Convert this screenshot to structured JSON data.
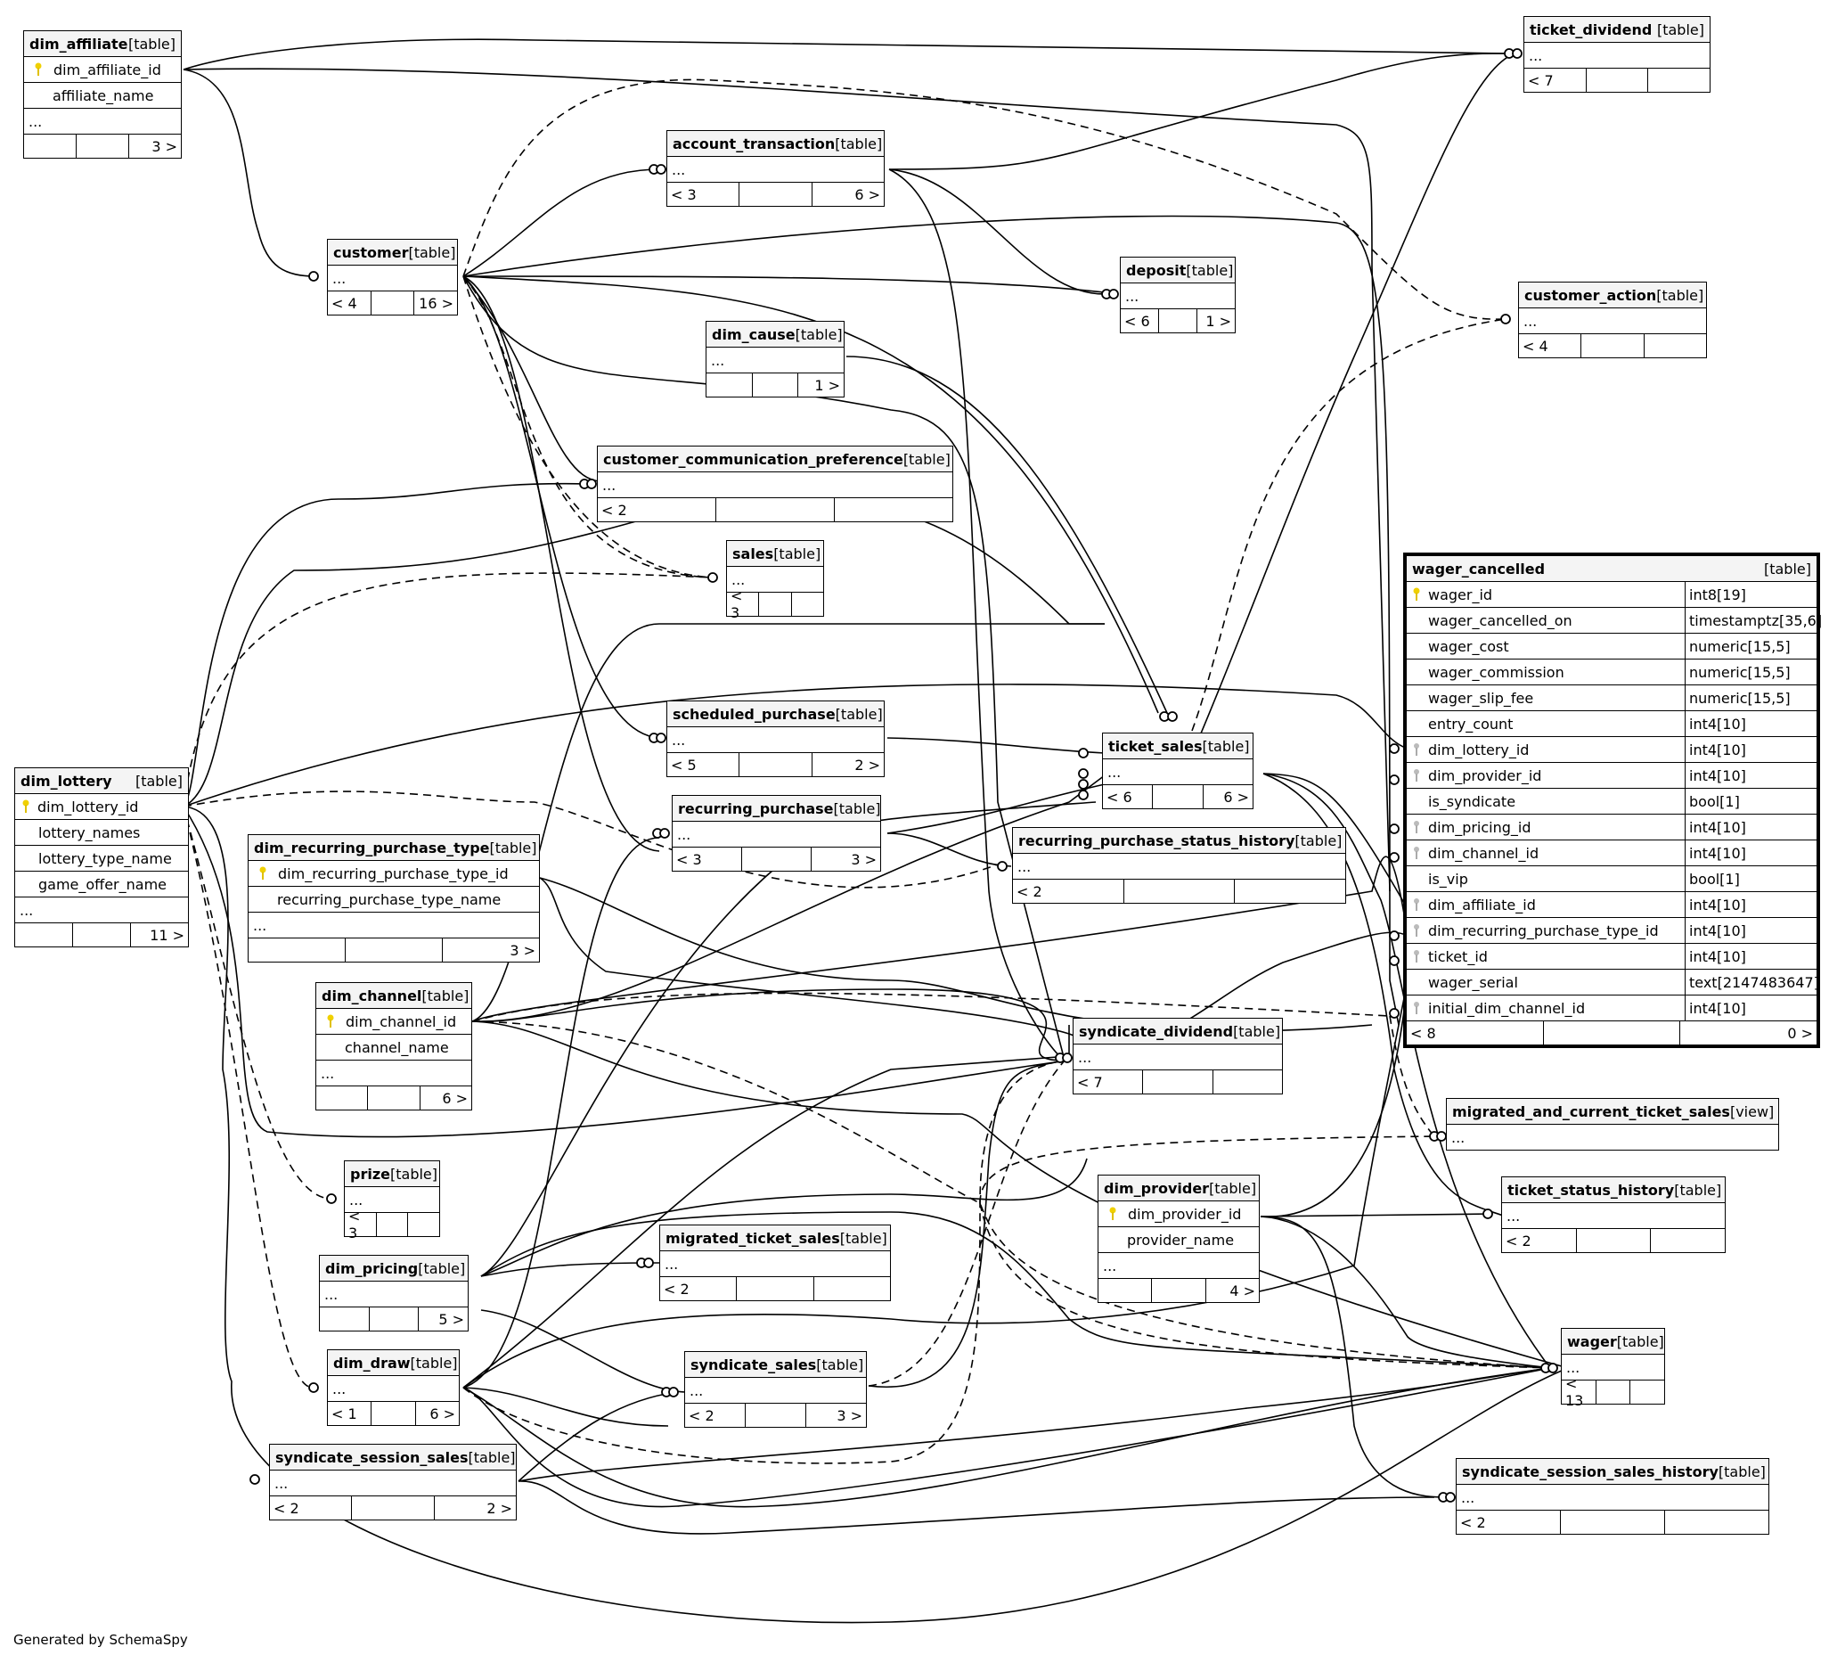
{
  "footer": "Generated by SchemaSpy",
  "tables": {
    "dim_affiliate": {
      "name": "dim_affiliate",
      "kind": "[table]",
      "pk": "dim_affiliate_id",
      "cols": [
        "affiliate_name"
      ],
      "more": "...",
      "f1": "",
      "f2": "",
      "f3": "3 >"
    },
    "ticket_dividend": {
      "name": "ticket_dividend",
      "kind": "[table]",
      "more": "...",
      "f1": "< 7",
      "f2": "",
      "f3": ""
    },
    "account_transaction": {
      "name": "account_transaction",
      "kind": "[table]",
      "more": "...",
      "f1": "< 3",
      "f2": "",
      "f3": "6 >"
    },
    "customer": {
      "name": "customer",
      "kind": "[table]",
      "more": "...",
      "f1": "< 4",
      "f2": "",
      "f3": "16 >"
    },
    "deposit": {
      "name": "deposit",
      "kind": "[table]",
      "more": "...",
      "f1": "< 6",
      "f2": "",
      "f3": "1 >"
    },
    "customer_action": {
      "name": "customer_action",
      "kind": "[table]",
      "more": "...",
      "f1": "< 4",
      "f2": "",
      "f3": ""
    },
    "dim_cause": {
      "name": "dim_cause",
      "kind": "[table]",
      "more": "...",
      "f1": "",
      "f2": "",
      "f3": "1 >"
    },
    "customer_communication_preference": {
      "name": "customer_communication_preference",
      "kind": "[table]",
      "more": "...",
      "f1": "< 2",
      "f2": "",
      "f3": ""
    },
    "sales": {
      "name": "sales",
      "kind": "[table]",
      "more": "...",
      "f1": "< 3",
      "f2": "",
      "f3": ""
    },
    "scheduled_purchase": {
      "name": "scheduled_purchase",
      "kind": "[table]",
      "more": "...",
      "f1": "< 5",
      "f2": "",
      "f3": "2 >"
    },
    "ticket_sales": {
      "name": "ticket_sales",
      "kind": "[table]",
      "more": "...",
      "f1": "< 6",
      "f2": "",
      "f3": "6 >"
    },
    "dim_lottery": {
      "name": "dim_lottery",
      "kind": "[table]",
      "pk": "dim_lottery_id",
      "cols": [
        "lottery_names",
        "lottery_type_name",
        "game_offer_name"
      ],
      "more": "...",
      "f1": "",
      "f2": "",
      "f3": "11 >"
    },
    "recurring_purchase": {
      "name": "recurring_purchase",
      "kind": "[table]",
      "more": "...",
      "f1": "< 3",
      "f2": "",
      "f3": "3 >"
    },
    "dim_recurring_purchase_type": {
      "name": "dim_recurring_purchase_type",
      "kind": "[table]",
      "pk": "dim_recurring_purchase_type_id",
      "cols": [
        "recurring_purchase_type_name"
      ],
      "more": "...",
      "f1": "",
      "f2": "",
      "f3": "3 >"
    },
    "recurring_purchase_status_history": {
      "name": "recurring_purchase_status_history",
      "kind": "[table]",
      "more": "...",
      "f1": "< 2",
      "f2": "",
      "f3": ""
    },
    "dim_channel": {
      "name": "dim_channel",
      "kind": "[table]",
      "pk": "dim_channel_id",
      "cols": [
        "channel_name"
      ],
      "more": "...",
      "f1": "",
      "f2": "",
      "f3": "6 >"
    },
    "syndicate_dividend": {
      "name": "syndicate_dividend",
      "kind": "[table]",
      "more": "...",
      "f1": "< 7",
      "f2": "",
      "f3": ""
    },
    "migrated_and_current_ticket_sales": {
      "name": "migrated_and_current_ticket_sales",
      "kind": "[view]",
      "more": "..."
    },
    "prize": {
      "name": "prize",
      "kind": "[table]",
      "more": "...",
      "f1": "< 3",
      "f2": "",
      "f3": ""
    },
    "dim_provider": {
      "name": "dim_provider",
      "kind": "[table]",
      "pk": "dim_provider_id",
      "cols": [
        "provider_name"
      ],
      "more": "...",
      "f1": "",
      "f2": "",
      "f3": "4 >"
    },
    "ticket_status_history": {
      "name": "ticket_status_history",
      "kind": "[table]",
      "more": "...",
      "f1": "< 2",
      "f2": "",
      "f3": ""
    },
    "migrated_ticket_sales": {
      "name": "migrated_ticket_sales",
      "kind": "[table]",
      "more": "...",
      "f1": "< 2",
      "f2": "",
      "f3": ""
    },
    "dim_pricing": {
      "name": "dim_pricing",
      "kind": "[table]",
      "more": "...",
      "f1": "",
      "f2": "",
      "f3": "5 >"
    },
    "wager": {
      "name": "wager",
      "kind": "[table]",
      "more": "...",
      "f1": "< 13",
      "f2": "",
      "f3": ""
    },
    "dim_draw": {
      "name": "dim_draw",
      "kind": "[table]",
      "more": "...",
      "f1": "< 1",
      "f2": "",
      "f3": "6 >"
    },
    "syndicate_sales": {
      "name": "syndicate_sales",
      "kind": "[table]",
      "more": "...",
      "f1": "< 2",
      "f2": "",
      "f3": "3 >"
    },
    "syndicate_session_sales": {
      "name": "syndicate_session_sales",
      "kind": "[table]",
      "more": "...",
      "f1": "< 2",
      "f2": "",
      "f3": "2 >"
    },
    "syndicate_session_sales_history": {
      "name": "syndicate_session_sales_history",
      "kind": "[table]",
      "more": "...",
      "f1": "< 2",
      "f2": "",
      "f3": ""
    },
    "wager_cancelled": {
      "name": "wager_cancelled",
      "kind": "[table]",
      "columns": [
        {
          "name": "wager_id",
          "type": "int8[19]",
          "key": "pk"
        },
        {
          "name": "wager_cancelled_on",
          "type": "timestamptz[35,6]",
          "key": ""
        },
        {
          "name": "wager_cost",
          "type": "numeric[15,5]",
          "key": ""
        },
        {
          "name": "wager_commission",
          "type": "numeric[15,5]",
          "key": ""
        },
        {
          "name": "wager_slip_fee",
          "type": "numeric[15,5]",
          "key": ""
        },
        {
          "name": "entry_count",
          "type": "int4[10]",
          "key": ""
        },
        {
          "name": "dim_lottery_id",
          "type": "int4[10]",
          "key": "fk"
        },
        {
          "name": "dim_provider_id",
          "type": "int4[10]",
          "key": "fk"
        },
        {
          "name": "is_syndicate",
          "type": "bool[1]",
          "key": ""
        },
        {
          "name": "dim_pricing_id",
          "type": "int4[10]",
          "key": "fk"
        },
        {
          "name": "dim_channel_id",
          "type": "int4[10]",
          "key": "fk"
        },
        {
          "name": "is_vip",
          "type": "bool[1]",
          "key": ""
        },
        {
          "name": "dim_affiliate_id",
          "type": "int4[10]",
          "key": "fk"
        },
        {
          "name": "dim_recurring_purchase_type_id",
          "type": "int4[10]",
          "key": "fk"
        },
        {
          "name": "ticket_id",
          "type": "int4[10]",
          "key": "fk"
        },
        {
          "name": "wager_serial",
          "type": "text[2147483647]",
          "key": ""
        },
        {
          "name": "initial_dim_channel_id",
          "type": "int4[10]",
          "key": "fk"
        }
      ],
      "f1": "< 8",
      "f2": "",
      "f3": "0 >"
    }
  }
}
